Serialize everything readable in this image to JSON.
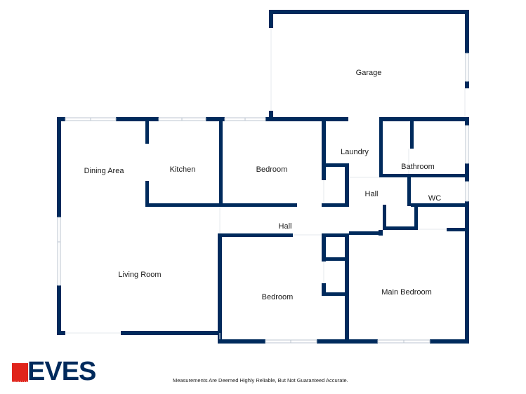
{
  "colors": {
    "wall": "#002a5c",
    "window": "#bcc6d0",
    "brand_red": "#e0241b",
    "brand_blue": "#002a5c"
  },
  "rooms": {
    "garage": "Garage",
    "laundry": "Laundry",
    "bathroom": "Bathroom",
    "wc": "WC",
    "hall_small": "Hall",
    "hall_main": "Hall",
    "dining_area": "Dining Area",
    "kitchen": "Kitchen",
    "bedroom_top": "Bedroom",
    "living_room": "Living Room",
    "bedroom_bottom": "Bedroom",
    "main_bedroom": "Main Bedroom"
  },
  "logo": {
    "word": "EVES",
    "sub": "WEBSTER"
  },
  "disclaimer": "Measurements Are Deemed Highly Reliable, But Not Guaranteed Accurate."
}
